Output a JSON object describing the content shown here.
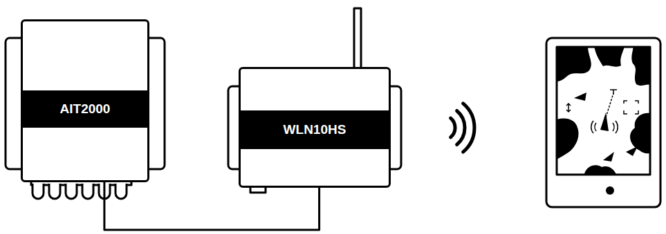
{
  "diagram": {
    "nodes": [
      {
        "text": [
          "AIT2000"
        ]
      },
      {
        "text": [
          "WLN10HS"
        ]
      }
    ],
    "edges": [
      {
        "from": 0,
        "to": 1,
        "arrow": "none"
      }
    ]
  }
}
